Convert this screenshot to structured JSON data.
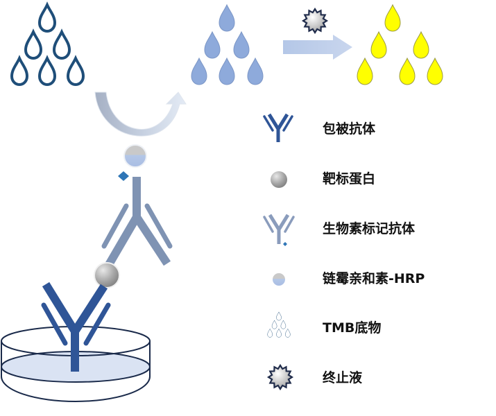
{
  "diagram": {
    "title": "ELISA double-antibody sandwich schematic",
    "colors": {
      "dark_blue": "#1f4e79",
      "coating_antibody": "#2f5597",
      "biotin_antibody": "#7f93b3",
      "light_blue_drop": "#8eaadb",
      "yellow_drop": "#ffff00",
      "plate_fill": "#dae3f3",
      "plate_stroke": "#1a2a4a",
      "arrow_fill": "#b4c7e7",
      "biotin_diamond": "#2e75b6"
    },
    "stages": [
      {
        "name": "TMB substrate drops (colorless)",
        "color": "#1f4e79"
      },
      {
        "name": "Oxidized substrate drops (blue)",
        "color": "#8eaadb"
      },
      {
        "name": "Stopped reaction drops (yellow)",
        "color": "#ffff00"
      }
    ]
  },
  "legend": {
    "items": [
      {
        "icon": "coating-antibody-icon",
        "label": "包被抗体"
      },
      {
        "icon": "target-protein-icon",
        "label": "靶标蛋白"
      },
      {
        "icon": "biotin-antibody-icon",
        "label": "生物素标记抗体"
      },
      {
        "icon": "streptavidin-hrp-icon",
        "label": "链霉亲和素-HRP"
      },
      {
        "icon": "tmb-substrate-icon",
        "label": "TMB底物"
      },
      {
        "icon": "stop-solution-icon",
        "label": "终止液"
      }
    ]
  }
}
